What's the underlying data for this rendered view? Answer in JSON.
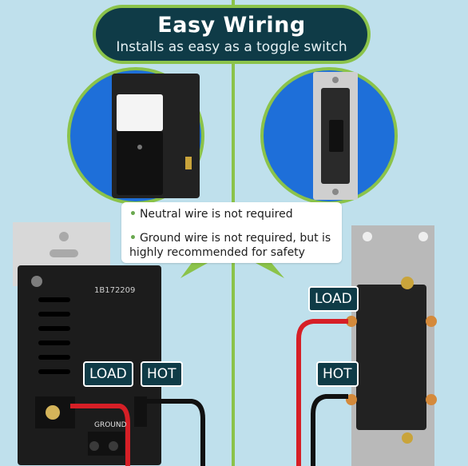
{
  "banner": {
    "title": "Easy Wiring",
    "subtitle": "Installs as easy as a toggle switch"
  },
  "notes": {
    "neutral": "Neutral wire is not required",
    "ground": "Ground wire is not required, but is highly recommended for safety"
  },
  "left_device": {
    "model_number": "1B172209",
    "terminal_load": "LOAD",
    "terminal_hot": "HOT",
    "terminal_ground": "GROUND"
  },
  "labels": {
    "left_load": "LOAD",
    "left_hot": "HOT",
    "right_load": "LOAD",
    "right_hot": "HOT"
  },
  "colors": {
    "background": "#bfe0ec",
    "accent_green": "#8bc34a",
    "banner_navy": "#0f3b47",
    "circle_blue": "#1e6fd9",
    "wire_red": "#d61f26",
    "wire_black": "#111111"
  }
}
